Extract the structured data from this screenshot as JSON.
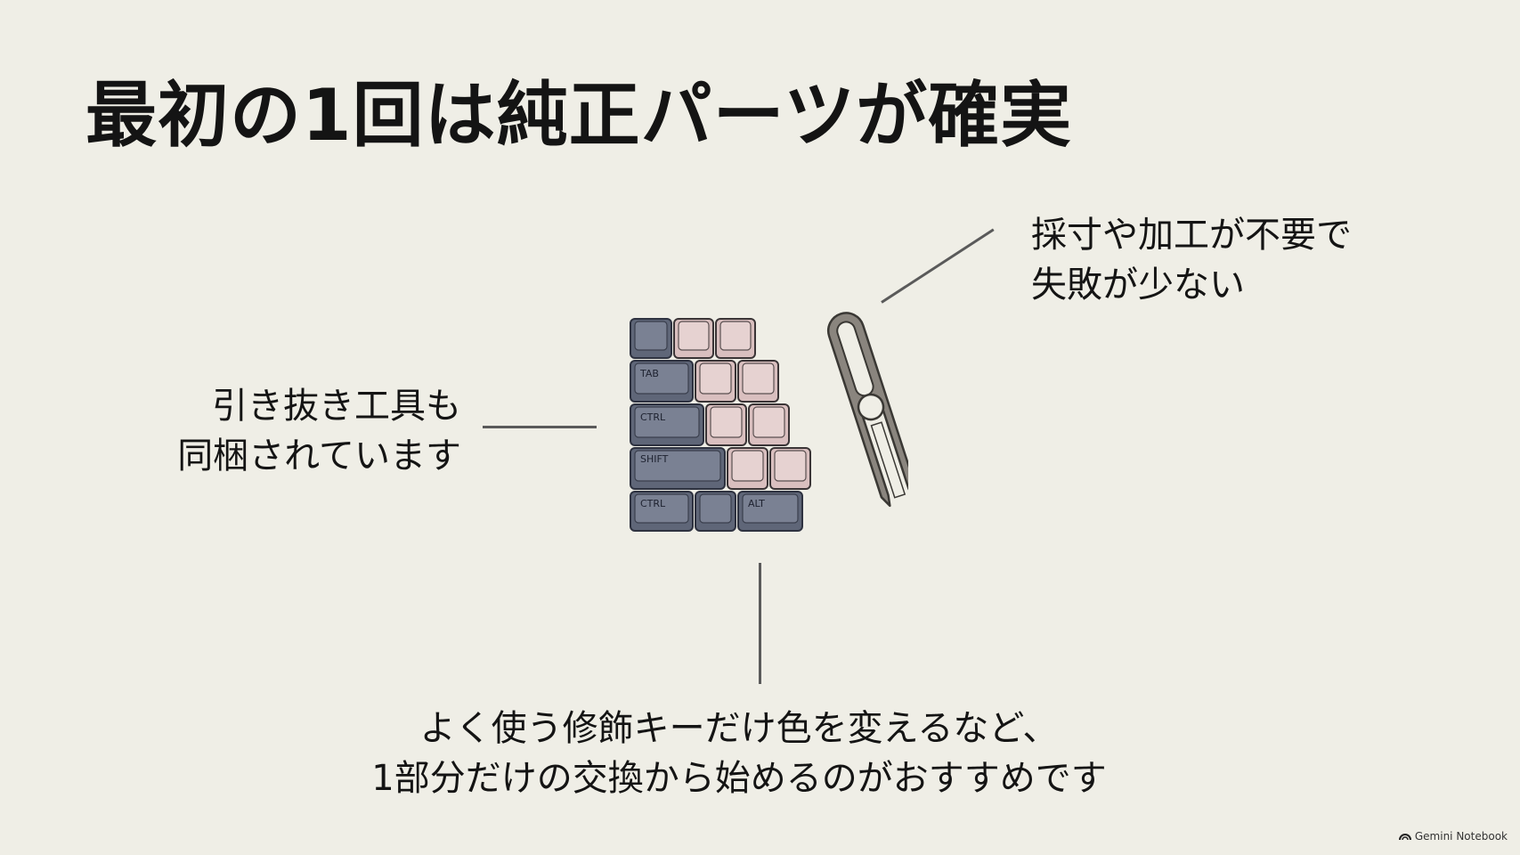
{
  "slide": {
    "title": "最初の1回は純正パーツが確実",
    "callouts": {
      "right": [
        "採寸や加工が不要で",
        "失敗が少ない"
      ],
      "left": [
        "引き抜き工具も",
        "同梱されています"
      ],
      "bottom": [
        "よく使う修飾キーだけ色を変えるなど、",
        "1部分だけの交換から始めるのがおすすめです"
      ]
    },
    "keycap_labels": {
      "tab": "TAB",
      "ctrl": "CTRL",
      "shift": "SHIFT",
      "ctrl_bottom": "CTRL",
      "alt": "ALT"
    },
    "colors": {
      "background": "#efeee6",
      "key_dark": "#5f6678",
      "key_pink": "#d9bfbf",
      "tool": "#6e6a64"
    }
  },
  "branding": {
    "label": "Gemini Notebook",
    "icon": "notebook-logo-icon"
  }
}
